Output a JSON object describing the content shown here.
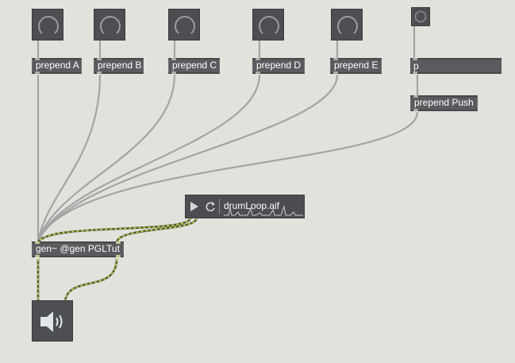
{
  "app": {
    "background": "#e1e2dc"
  },
  "dials": [
    {
      "name": "dial-a",
      "value": 0
    },
    {
      "name": "dial-b",
      "value": 0
    },
    {
      "name": "dial-c",
      "value": 0
    },
    {
      "name": "dial-d",
      "value": 0
    },
    {
      "name": "dial-e",
      "value": 0
    }
  ],
  "objects": {
    "prepend_a": "prepend A",
    "prepend_b": "prepend B",
    "prepend_c": "prepend C",
    "prepend_d": "prepend D",
    "prepend_e": "prepend E",
    "message_p": "p",
    "prepend_push": "prepend Push",
    "gen": "gen~ @gen PGLTut"
  },
  "player": {
    "filename": "drumLoop.aif",
    "play_icon": "play-icon",
    "loop_icon": "loop-icon"
  },
  "dac": {
    "icon": "speaker-icon"
  },
  "colors": {
    "object_bg": "#595b5e",
    "patch_cord": "#a4a4a4",
    "signal_cord": "#c5d94d",
    "dial_bg": "#4c4e51"
  }
}
